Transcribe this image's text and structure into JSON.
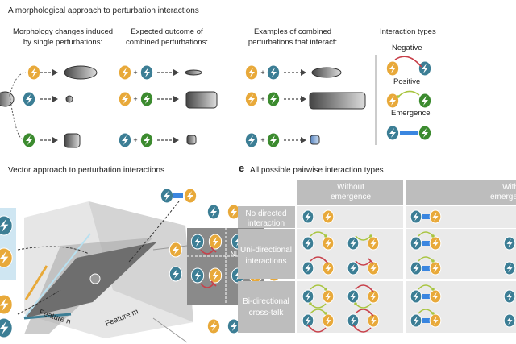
{
  "panel_a": {
    "title": "A morphological approach to perturbation interactions",
    "col1": [
      "Morphology changes induced",
      "by single perturbations:"
    ],
    "col2": [
      "Expected outcome of",
      "combined perturbations:"
    ],
    "col3": [
      "Examples of combined",
      "perturbations that interact:"
    ],
    "col4": "Interaction types",
    "types": {
      "negative": "Negative",
      "positive": "Positive",
      "emergence": "Emergence"
    },
    "plus": "+"
  },
  "panel_d": {
    "title": "Vector approach to perturbation interactions",
    "feature_n": "Feature n",
    "feature_m": "Feature m",
    "ni": "NI"
  },
  "panel_e": {
    "letter": "e",
    "title": "All possible pairwise interaction types",
    "col_headers": [
      [
        "Without",
        "emergence"
      ],
      [
        "With",
        "emergence"
      ]
    ],
    "row_headers": [
      [
        "No directed",
        "interaction"
      ],
      [
        "Uni-directional",
        "interactions"
      ],
      [
        "Bi-directional",
        "cross-talk"
      ]
    ]
  },
  "colors": {
    "yellow": "#E8A93A",
    "teal": "#3C7E95",
    "green": "#3C8B2F",
    "negative": "#C8404A",
    "positive": "#A9C540",
    "emergence": "#3A86E0",
    "table_header": "#BDBDBD",
    "table_cell": "#EAEAEA"
  }
}
